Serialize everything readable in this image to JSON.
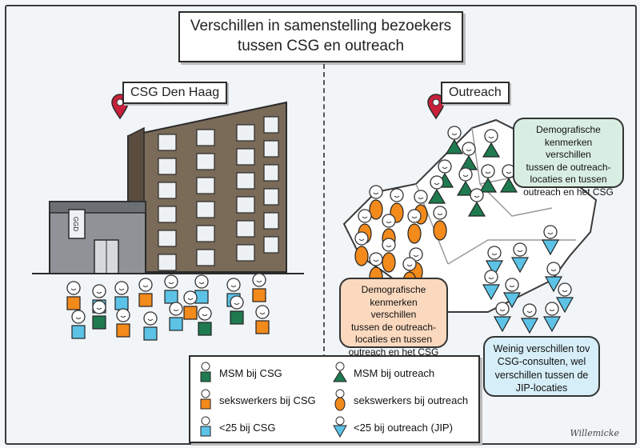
{
  "title": {
    "line1": "Verschillen in samenstelling bezoekers",
    "line2": "tussen CSG en outreach"
  },
  "left_panel": {
    "label": "CSG Den Haag",
    "building_sign": "GGD"
  },
  "right_panel": {
    "label": "Outreach"
  },
  "callouts": {
    "green": [
      "Demografische",
      "kenmerken verschillen",
      "tussen de outreach-",
      "locaties en tussen",
      "outreach en het CSG"
    ],
    "orange": [
      "Demografische",
      "kenmerken verschillen",
      "tussen de outreach-",
      "locaties en tussen",
      "outreach en het CSG"
    ],
    "blue": [
      "Weinig verschillen tov",
      "CSG-consulten, wel",
      "verschillen tussen de",
      "JIP-locaties"
    ]
  },
  "legend": {
    "items": [
      {
        "label": "MSM bij CSG",
        "shape": "square",
        "color": "#1f7a4f"
      },
      {
        "label": "MSM bij outreach",
        "shape": "triangle",
        "color": "#1f7a4f"
      },
      {
        "label": "sekswerkers bij CSG",
        "shape": "square",
        "color": "#f28a1c"
      },
      {
        "label": "sekswerkers bij outreach",
        "shape": "oval",
        "color": "#f28a1c"
      },
      {
        "label": "<25 bij CSG",
        "shape": "square",
        "color": "#5cc3e6"
      },
      {
        "label": "<25 bij outreach (JIP)",
        "shape": "inverted-triangle",
        "color": "#5cc3e6"
      }
    ]
  },
  "colors": {
    "msm": "#1f7a4f",
    "sekswerkers": "#f28a1c",
    "jongeren": "#5cc3e6",
    "pin": "#c8203a",
    "building": "#7a6a58",
    "callout_green": "#d9eee2",
    "callout_orange": "#fbd9bf",
    "callout_blue": "#d6eef8"
  },
  "signature": "Willemicke"
}
